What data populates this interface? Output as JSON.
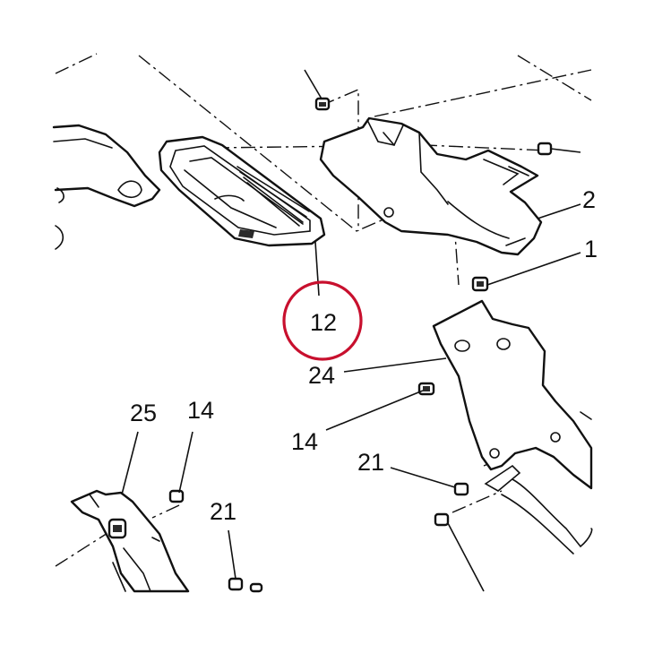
{
  "callouts": [
    {
      "id": "c12",
      "text": "12"
    },
    {
      "id": "c24",
      "text": "24"
    },
    {
      "id": "c14a",
      "text": "14"
    },
    {
      "id": "c14b",
      "text": "14"
    },
    {
      "id": "c21a",
      "text": "21"
    },
    {
      "id": "c21b",
      "text": "21"
    },
    {
      "id": "c25",
      "text": "25"
    },
    {
      "id": "c2",
      "text": "2"
    },
    {
      "id": "c1",
      "text": "1"
    }
  ],
  "highlight": {
    "target": "12",
    "color": "#c8102e"
  }
}
